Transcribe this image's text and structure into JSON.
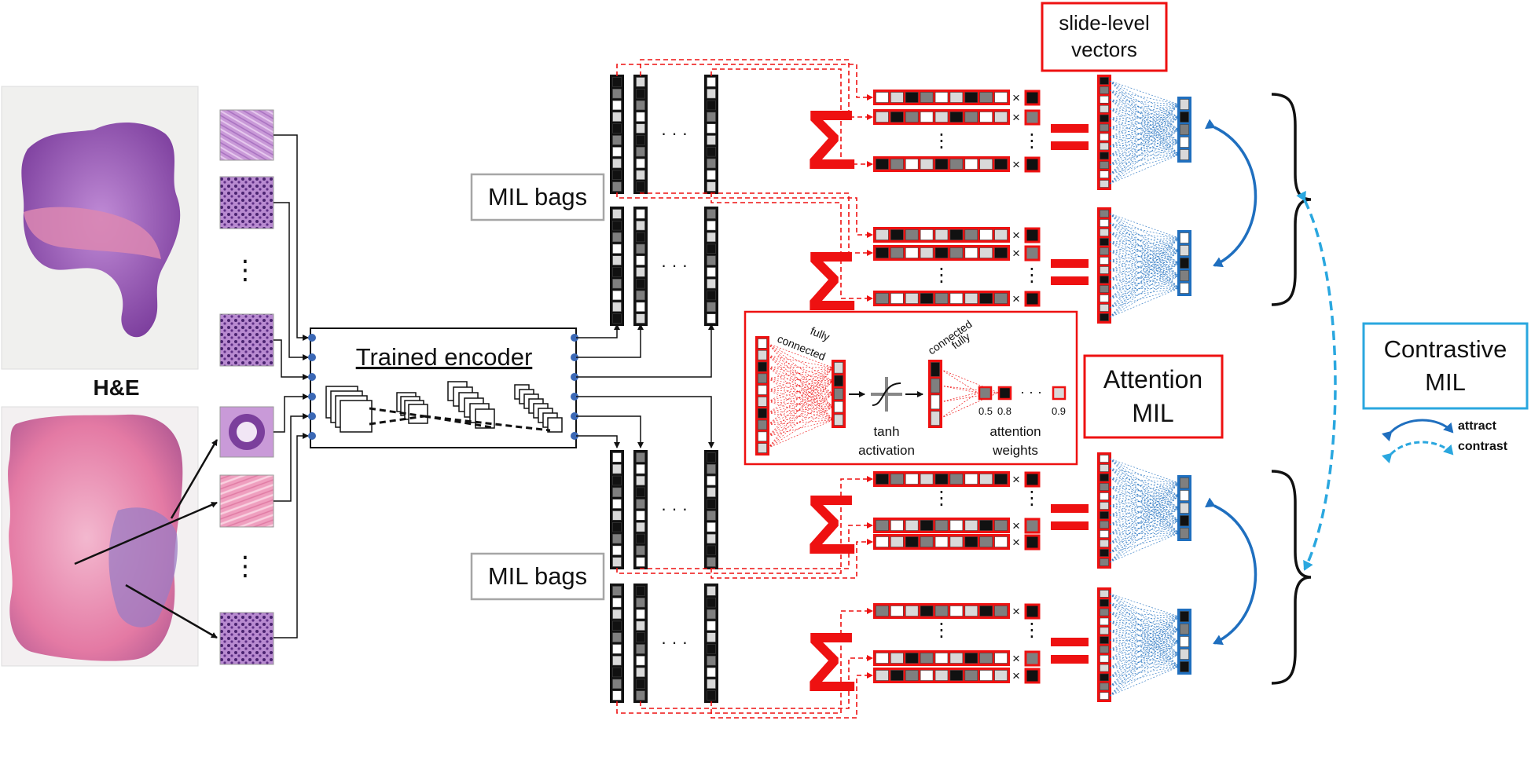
{
  "labels": {
    "he": "H&E",
    "encoder": "Trained encoder",
    "mil_bags_top": "MIL bags",
    "mil_bags_bottom": "MIL bags",
    "slide_level_line1": "slide-level",
    "slide_level_line2": "vectors",
    "attention_line1": "Attention",
    "attention_line2": "MIL",
    "contrastive_line1": "Contrastive",
    "contrastive_line2": "MIL",
    "attract": "attract",
    "contrast": "contrast",
    "fully_connected_1_line1": "fully",
    "fully_connected_1_line2": "connected",
    "fully_connected_2_line1": "fully",
    "fully_connected_2_line2": "connected",
    "tanh_line1": "tanh",
    "tanh_line2": "activation",
    "attn_weights_line1": "attention",
    "attn_weights_line2": "weights",
    "w1": "0.5",
    "w2": "0.8",
    "w3": "0.9"
  },
  "glyphs": {
    "sigma": "Σ",
    "equals": "=",
    "times": "×",
    "vdots": "⋮",
    "hdots": "· · ·"
  },
  "colors": {
    "red": "#ee1111",
    "blue": "#1f6fbf",
    "light_blue": "#2aa7df",
    "black": "#111111",
    "mid_gray": "#7f7f7f",
    "light_gray": "#d9d9d9",
    "gray_border": "#a6a6a6",
    "he_purple": "#9b59b6",
    "he_pink": "#e07ba4"
  },
  "icons": {
    "slide_top": "he-slide-image",
    "slide_bottom": "he-slide-image",
    "tile": "tissue-tile-image",
    "tanh": "tanh-curve-icon",
    "brace": "curly-brace-icon"
  }
}
